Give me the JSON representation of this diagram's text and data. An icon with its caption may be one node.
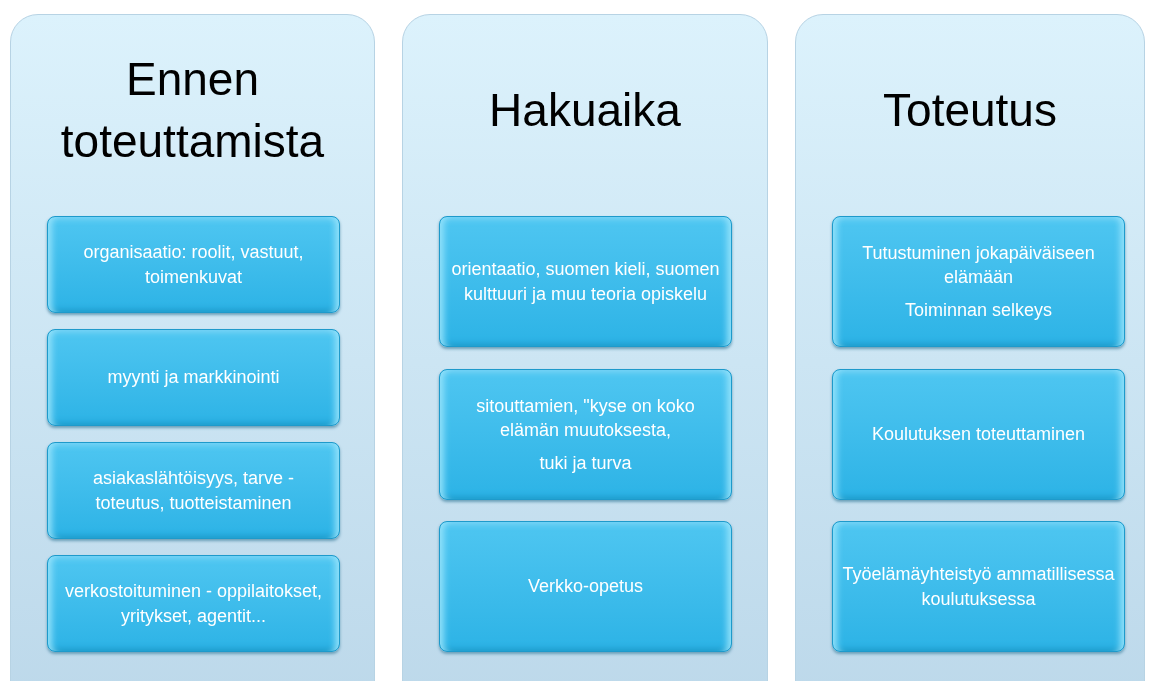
{
  "diagram": {
    "nodes": [
      {
        "text": [
          "Ennen toteuttamista"
        ]
      },
      {
        "text": [
          "organisaatio: roolit, vastuut, toimenkuvat"
        ],
        "in": 0
      },
      {
        "text": [
          "myynti ja markkinointi"
        ],
        "in": 0
      },
      {
        "text": [
          "asiakaslähtöisyys, tarve - toteutus, tuotteistaminen"
        ],
        "in": 0
      },
      {
        "text": [
          "verkostoituminen - oppilaitokset, yritykset, agentit..."
        ],
        "in": 0
      },
      {
        "text": [
          "Hakuaika"
        ]
      },
      {
        "text": [
          "orientaatio, suomen kieli, suomen kulttuuri ja muu teoria opiskelu"
        ],
        "in": 5
      },
      {
        "text": [
          "sitouttamien, \"kyse on koko elämän muutoksesta,",
          "tuki ja turva"
        ],
        "in": 5
      },
      {
        "text": [
          "Verkko-opetus"
        ],
        "in": 5
      },
      {
        "text": [
          "Toteutus"
        ]
      },
      {
        "text": [
          "Tutustuminen jokapäiväiseen elämään",
          "Toiminnan selkeys"
        ],
        "in": 9
      },
      {
        "text": [
          "Koulutuksen toteuttaminen"
        ],
        "in": 9
      },
      {
        "text": [
          "Työelämäyhteistyö ammatillisessa koulutuksessa"
        ],
        "in": 9
      }
    ]
  }
}
